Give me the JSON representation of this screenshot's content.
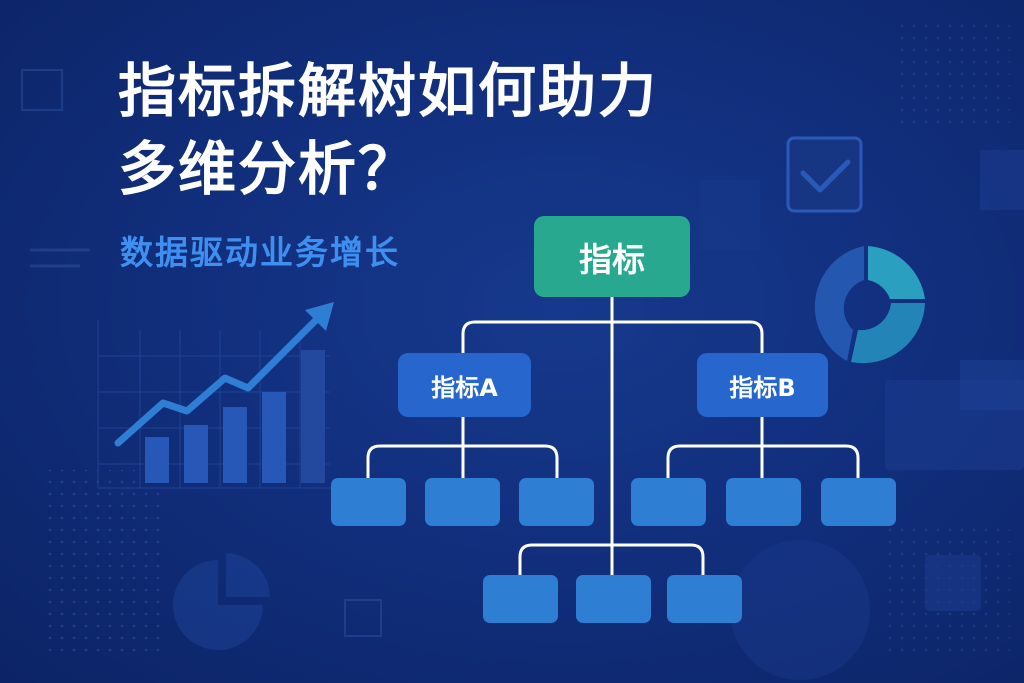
{
  "title": {
    "line1": "指标拆解树如何助力",
    "line2": "多维分析？"
  },
  "subtitle": "数据驱动业务增长",
  "tree": {
    "root": "指标",
    "branch_a": "指标A",
    "branch_b": "指标B"
  },
  "colors": {
    "background": "#112f7d",
    "root_node": "#27a88f",
    "branch_node": "#2766cc",
    "leaf_node": "#2e7ed4",
    "connector": "#ffffff",
    "subtitle": "#3f8ff0"
  },
  "icons": {
    "trend": "bar-chart-with-rising-arrow-icon",
    "checkbox": "checkbox-icon",
    "donut": "donut-chart-icon",
    "pie": "pie-chart-icon"
  }
}
